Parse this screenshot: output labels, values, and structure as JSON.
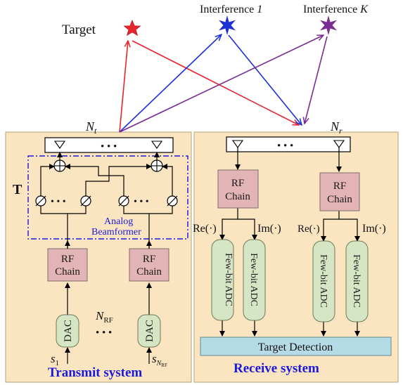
{
  "labels": {
    "target": "Target",
    "interference_1": "Interference 1",
    "interference_k": "Interference K",
    "nt": "N_t",
    "nr": "N_r",
    "t_matrix": "T",
    "analog_line1": "Analog",
    "analog_line2": "Beamformer",
    "nrf": "N_RF",
    "s1": "s_1",
    "snrf": "s_{N_RF}",
    "dots": "• • •",
    "re": "Re(·)",
    "im": "Im(·)",
    "target_detection": "Target Detection"
  },
  "rf_chain": {
    "line1": "RF",
    "line2": "Chain"
  },
  "dac": "DAC",
  "adc": "Few-bit ADC",
  "sections": {
    "transmit": "Transmit system",
    "receive": "Receive system"
  },
  "colors": {
    "panel_fill": "#fbe5c0",
    "rf_fill": "#e3b4b6",
    "adc_fill": "#d6e6c4",
    "detect_fill": "#b5dbe6",
    "title_blue": "#1a1adb",
    "target_red": "#e8242c",
    "interf1_blue": "#1d2fd6",
    "interfk_purple": "#7a2c94"
  }
}
